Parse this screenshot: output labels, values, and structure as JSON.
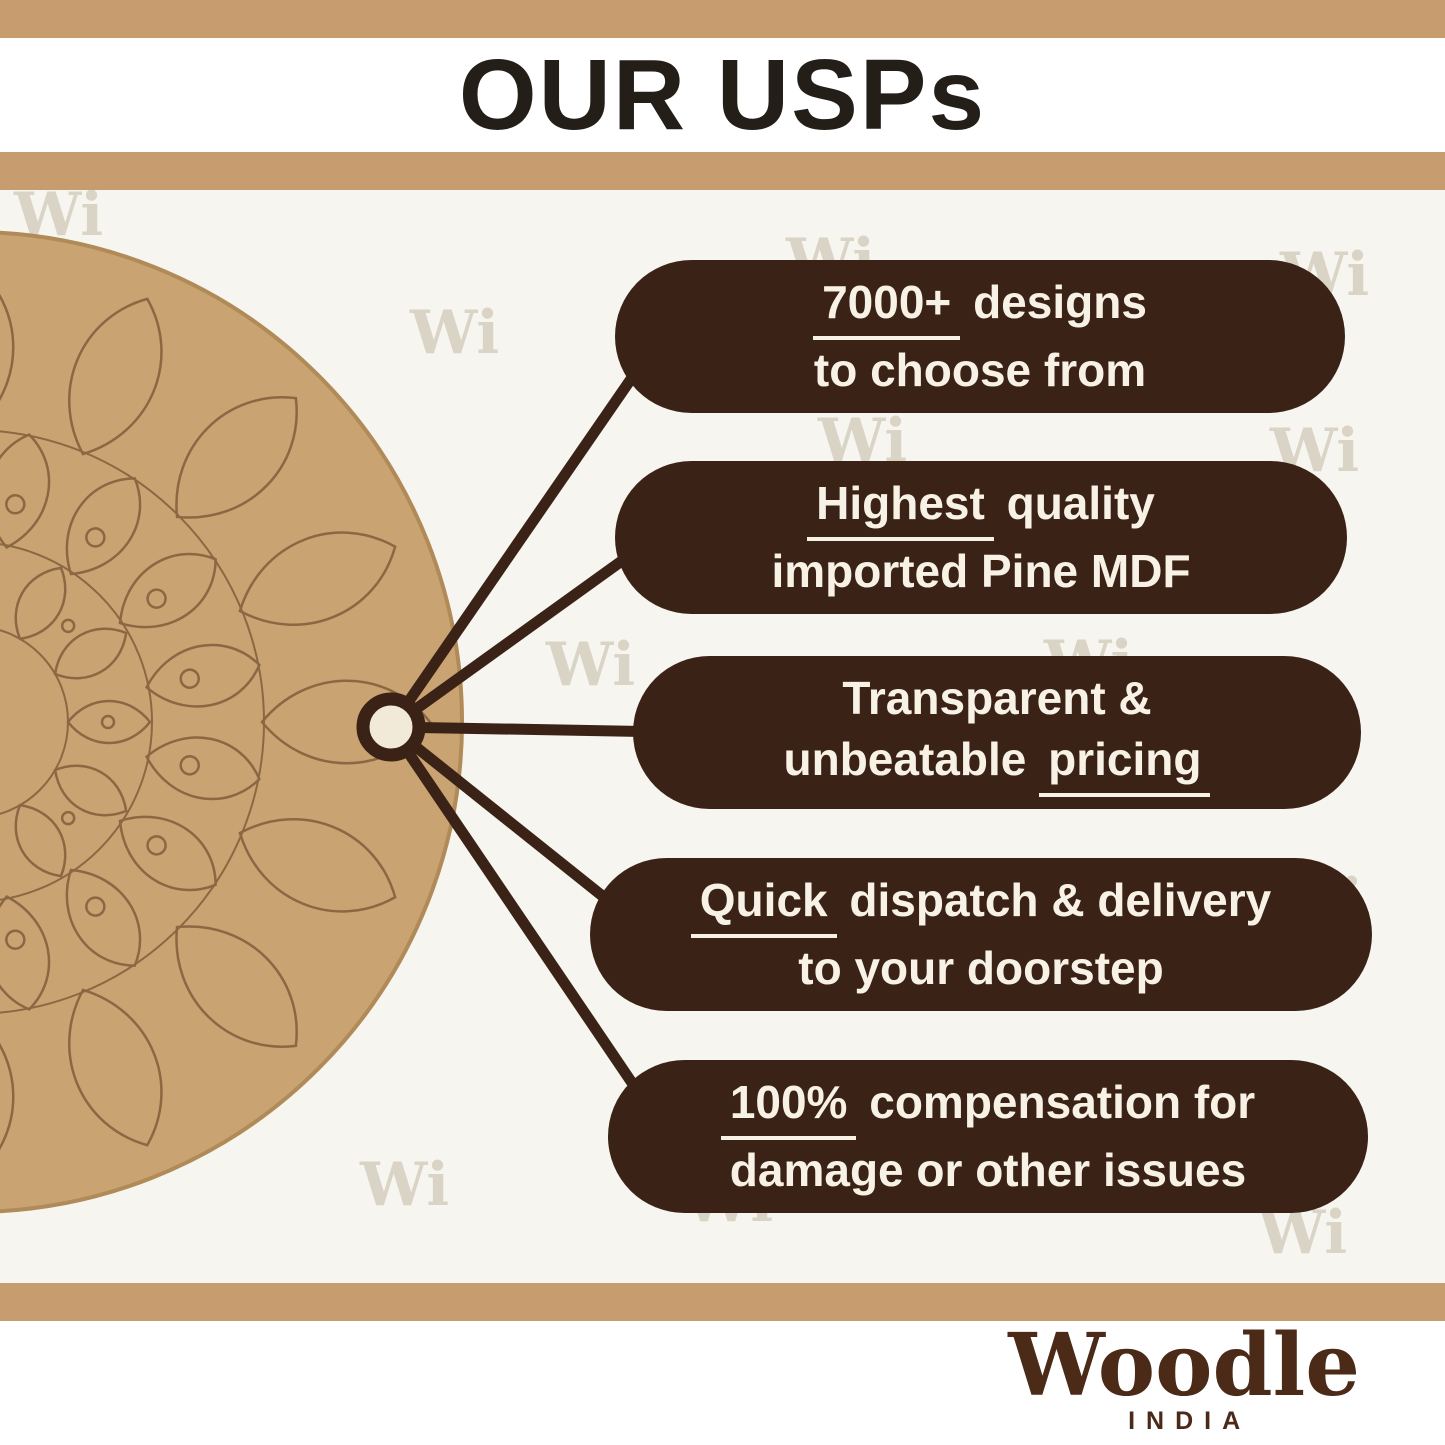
{
  "header": {
    "title": "OUR USPs"
  },
  "watermark": {
    "text": "Wi"
  },
  "usps": [
    {
      "l1_pre": "",
      "l1_u": "7000+",
      "l1_post": " designs",
      "l2_pre": "to choose from",
      "l2_u": "",
      "l2_post": ""
    },
    {
      "l1_pre": "",
      "l1_u": "Highest",
      "l1_post": " quality",
      "l2_pre": "imported Pine MDF",
      "l2_u": "",
      "l2_post": ""
    },
    {
      "l1_pre": "Transparent &",
      "l1_u": "",
      "l1_post": "",
      "l2_pre": "unbeatable ",
      "l2_u": "pricing",
      "l2_post": ""
    },
    {
      "l1_pre": "",
      "l1_u": "Quick",
      "l1_post": " dispatch & delivery",
      "l2_pre": "to your doorstep",
      "l2_u": "",
      "l2_post": ""
    },
    {
      "l1_pre": "",
      "l1_u": "100%",
      "l1_post": " compensation for",
      "l2_pre": "damage or other issues",
      "l2_u": "",
      "l2_post": ""
    }
  ],
  "footer": {
    "brand": "Woodle",
    "country": "INDIA"
  },
  "colors": {
    "strip": "#c79d6f",
    "pill_background": "#3a2316",
    "pill_text": "#f7f1e6",
    "mdf_board": "#c9a371",
    "mdf_line": "#8b6843",
    "title_text": "#241e19",
    "brand_text": "#4b2a18",
    "background": "#f7f5ef"
  }
}
